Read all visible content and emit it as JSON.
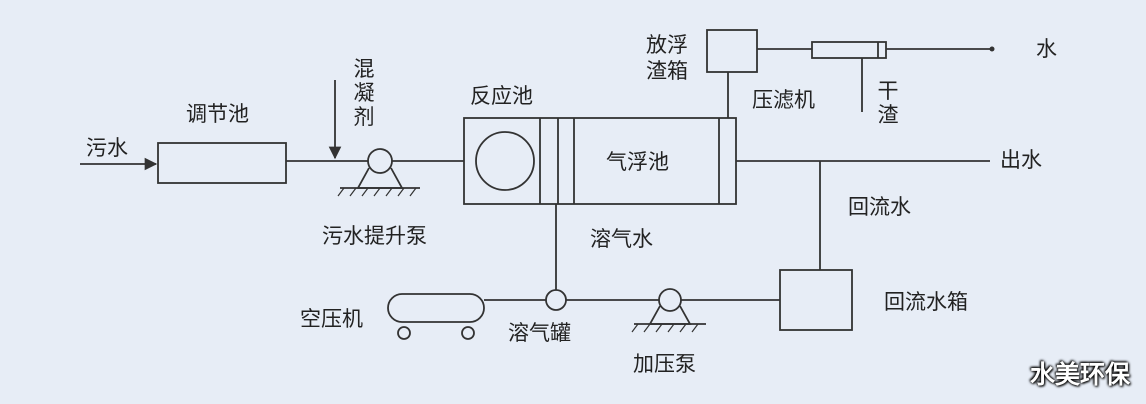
{
  "labels": {
    "wastewater": "污水",
    "equalization_tank": "调节池",
    "coagulant": "混凝剂",
    "reaction_tank": "反应池",
    "flotation_tank": "气浮池",
    "scum_tank": "放浮渣箱",
    "filter_press": "压滤机",
    "water": "水",
    "dry_residue": "干渣",
    "effluent": "出水",
    "return_water": "回流水",
    "dissolved_air_water": "溶气水",
    "lift_pump": "污水提升泵",
    "air_compressor": "空压机",
    "dissolved_air_tank": "溶气罐",
    "pressure_pump": "加压泵",
    "return_water_tank": "回流水箱"
  },
  "watermark": "水美环保",
  "colors": {
    "background": "#e7edf6",
    "line": "#333333",
    "text": "#222222"
  }
}
